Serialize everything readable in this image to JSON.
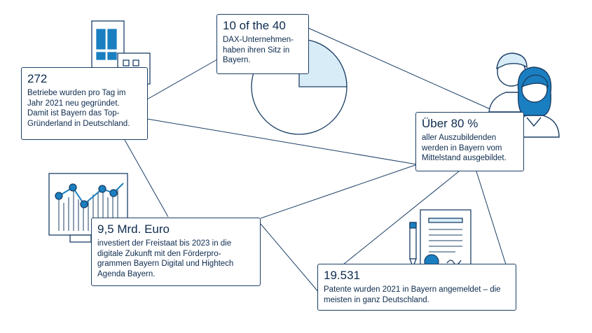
{
  "colors": {
    "line": "#1b3f66",
    "accent": "#1a7fc1",
    "accent_light": "#d8ecf8",
    "text": "#0d2b4e"
  },
  "cards": {
    "startups": {
      "value": "272",
      "text": "Betriebe wurden pro Tag im Jahr 2021 neu gegründet. Damit ist Bayern das Top-Gründerland in Deutschland."
    },
    "dax": {
      "value": "10 of the 40",
      "text": "DAX-Unternehmen-haben ihren Sitz in Bayern."
    },
    "apprentices": {
      "value": "Über 80 %",
      "text": "aller Auszubildenden werden in Bayern vom Mittelstand ausgebildet."
    },
    "digital": {
      "value": "9,5 Mrd. Euro",
      "text": "investiert der Freistaat bis 2023 in die digitale Zukunft mit den Förderpro-grammen Bayern Digital und Hightech Agenda Bayern."
    },
    "patents": {
      "value": "19.531",
      "text": "Patente wurden 2021 in Bayern angemeldet – die meisten in ganz Deutschland."
    }
  },
  "illustrations": {
    "building": "office-building-icon",
    "pie": "pie-chart-icon",
    "people": "people-icon",
    "line_chart": "line-chart-board-icon",
    "certificate": "patent-certificate-icon"
  },
  "pie_fraction": 0.25
}
